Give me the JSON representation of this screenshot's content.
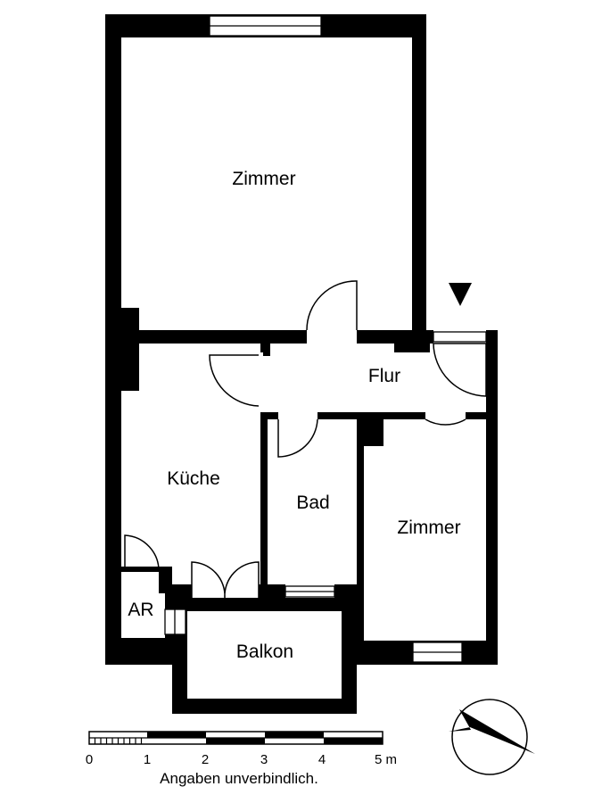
{
  "rooms": {
    "zimmer_large": "Zimmer",
    "flur": "Flur",
    "kueche": "Küche",
    "bad": "Bad",
    "zimmer_small": "Zimmer",
    "ar": "AR",
    "balkon": "Balkon"
  },
  "scale": {
    "ticks": [
      "0",
      "1",
      "2",
      "3",
      "4",
      "5 m"
    ],
    "note": "Angaben unverbindlich."
  },
  "icons": {
    "entrance": "entrance-arrow-icon",
    "north": "compass-north-icon"
  }
}
